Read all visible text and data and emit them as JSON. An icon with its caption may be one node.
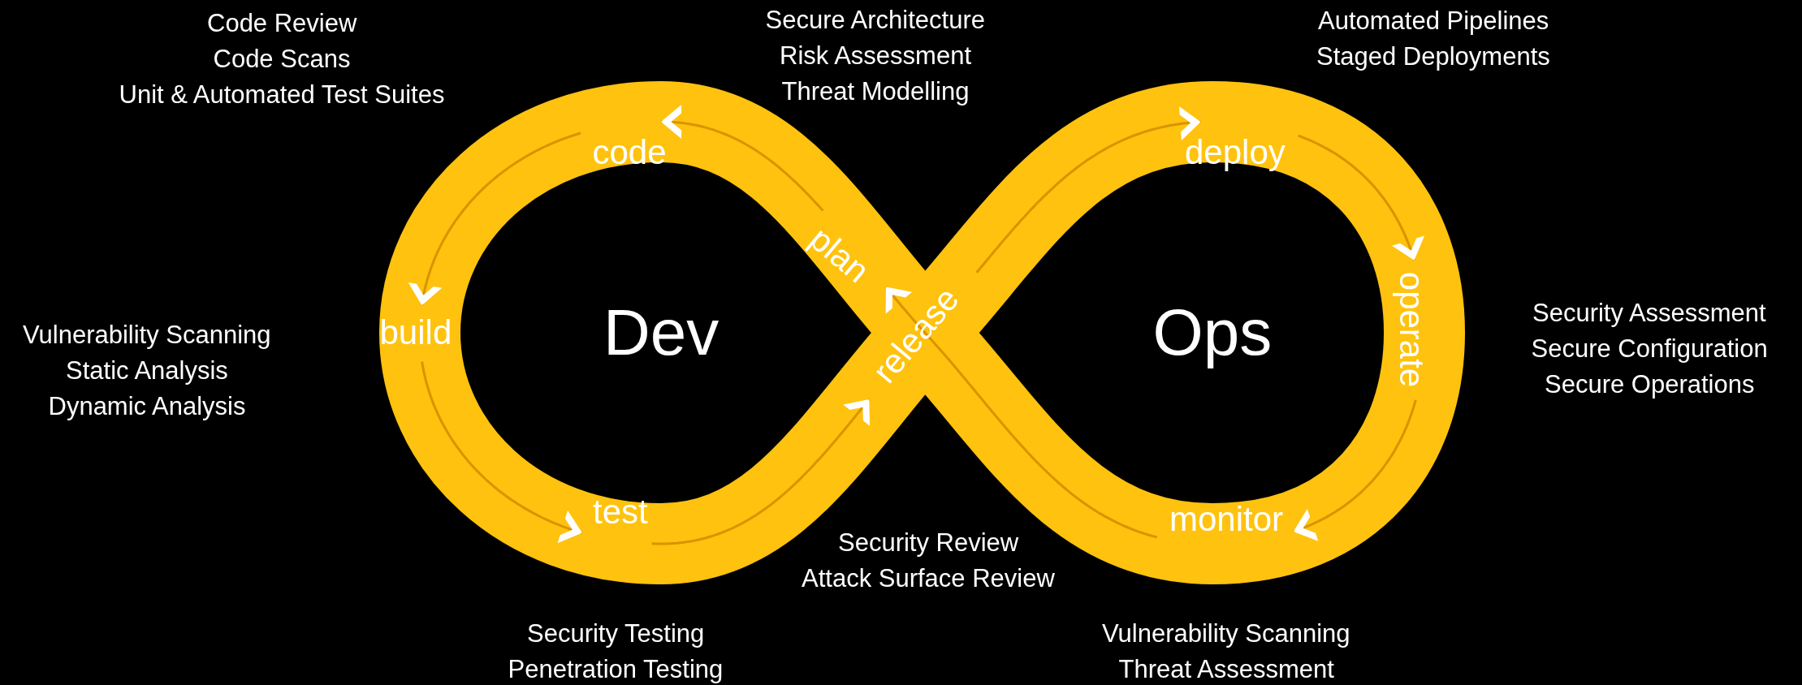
{
  "diagram": {
    "nodes": [
      {
        "text": [
          "plan"
        ],
        "beside": [
          "Secure Architecture",
          "Risk Assessment",
          "Threat Modelling"
        ]
      },
      {
        "text": [
          "code"
        ],
        "beside": [
          "Code Review",
          "Code Scans",
          "Unit & Automated Test Suites"
        ]
      },
      {
        "text": [
          "build"
        ],
        "beside": [
          "Vulnerability Scanning",
          "Static Analysis",
          "Dynamic Analysis"
        ]
      },
      {
        "text": [
          "test"
        ],
        "beside": [
          "Security Testing",
          "Penetration Testing"
        ]
      },
      {
        "text": [
          "release"
        ],
        "beside": [
          "Security Review",
          "Attack Surface Review"
        ]
      },
      {
        "text": [
          "deploy"
        ],
        "beside": [
          "Automated Pipelines",
          "Staged Deployments"
        ]
      },
      {
        "text": [
          "operate"
        ],
        "beside": [
          "Security Assessment",
          "Secure Configuration",
          "Secure Operations"
        ]
      },
      {
        "text": [
          "monitor"
        ],
        "beside": [
          "Vulnerability Scanning",
          "Threat Assessment"
        ]
      }
    ],
    "edges": [
      {
        "from": 0,
        "to": 1,
        "arrow": "to"
      },
      {
        "from": 1,
        "to": 2,
        "arrow": "to"
      },
      {
        "from": 2,
        "to": 3,
        "arrow": "to"
      },
      {
        "from": 3,
        "to": 4,
        "arrow": "to"
      },
      {
        "from": 4,
        "to": 5,
        "arrow": "to"
      },
      {
        "from": 5,
        "to": 6,
        "arrow": "to"
      },
      {
        "from": 6,
        "to": 7,
        "arrow": "to"
      },
      {
        "from": 7,
        "to": 0,
        "arrow": "to"
      }
    ],
    "labels": [
      "Dev",
      "Ops"
    ]
  }
}
